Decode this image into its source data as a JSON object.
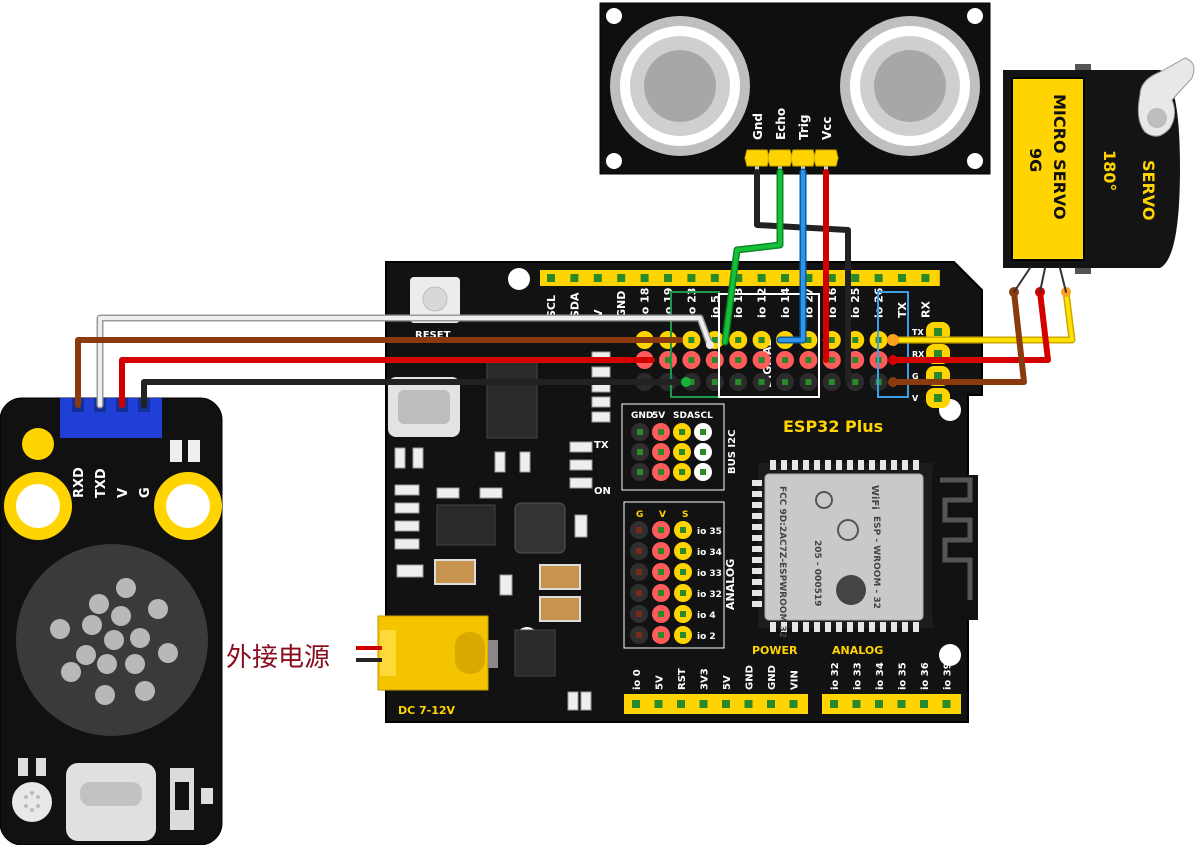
{
  "ultrasonic": {
    "pins": [
      "Gnd",
      "Echo",
      "Trig",
      "Vcc"
    ]
  },
  "servo": {
    "title": "MICRO SERVO",
    "size": "9G",
    "angle": "180°",
    "brand": "SERVO"
  },
  "mp3": {
    "pins": [
      "RXD",
      "TXD",
      "V",
      "G"
    ]
  },
  "board": {
    "name": "ESP32 Plus",
    "reset_label": "RESET",
    "tx_label": "TX",
    "on_label": "ON",
    "power_label": "POWER",
    "analog_label": "ANALOG",
    "analog_side_label": "ANALOG",
    "digital_label": "DIGITAL",
    "bus_i2c_label": "BUS I2C",
    "dc_label": "DC 7-12V",
    "top_header": [
      "SCL",
      "SDA",
      "V",
      "GND",
      "io 18",
      "io 19",
      "io 23",
      "io 5",
      "io 13",
      "io 12",
      "io 14",
      "io 27",
      "io 16",
      "io 25",
      "io 26",
      "TX",
      "RX"
    ],
    "right_labels": [
      "TX",
      "RX",
      "G",
      "V"
    ],
    "i2c_header": [
      "GND",
      "5V",
      "SDA",
      "SCL"
    ],
    "analog_header": [
      "G",
      "V",
      "S"
    ],
    "analog_pins": [
      "io 35",
      "io 34",
      "io 33",
      "io 32",
      "io 4",
      "io 2"
    ],
    "power_pins": [
      "io 0",
      "5V",
      "RST",
      "3V3",
      "5V",
      "GND",
      "GND",
      "VIN"
    ],
    "analog_bottom_pins": [
      "io 32",
      "io 33",
      "io 34",
      "io 35",
      "io 36",
      "io 39"
    ],
    "module": {
      "line1": "FCC 9D:2AC7Z-ESPWROOM 32",
      "line2": "205 - 000519",
      "name": "ESP - WROOM - 32",
      "wifi": "WiFi"
    }
  },
  "external_power_label": "外接电源",
  "colors": {
    "wire_white": "#e6e6e6",
    "wire_brown": "#8b3a0e",
    "wire_red": "#d40000",
    "wire_black": "#222222",
    "wire_green": "#16b13a",
    "wire_blue": "#1e7fd6",
    "wire_yellow": "#ffe000",
    "header_yellow": "#ffd400"
  }
}
